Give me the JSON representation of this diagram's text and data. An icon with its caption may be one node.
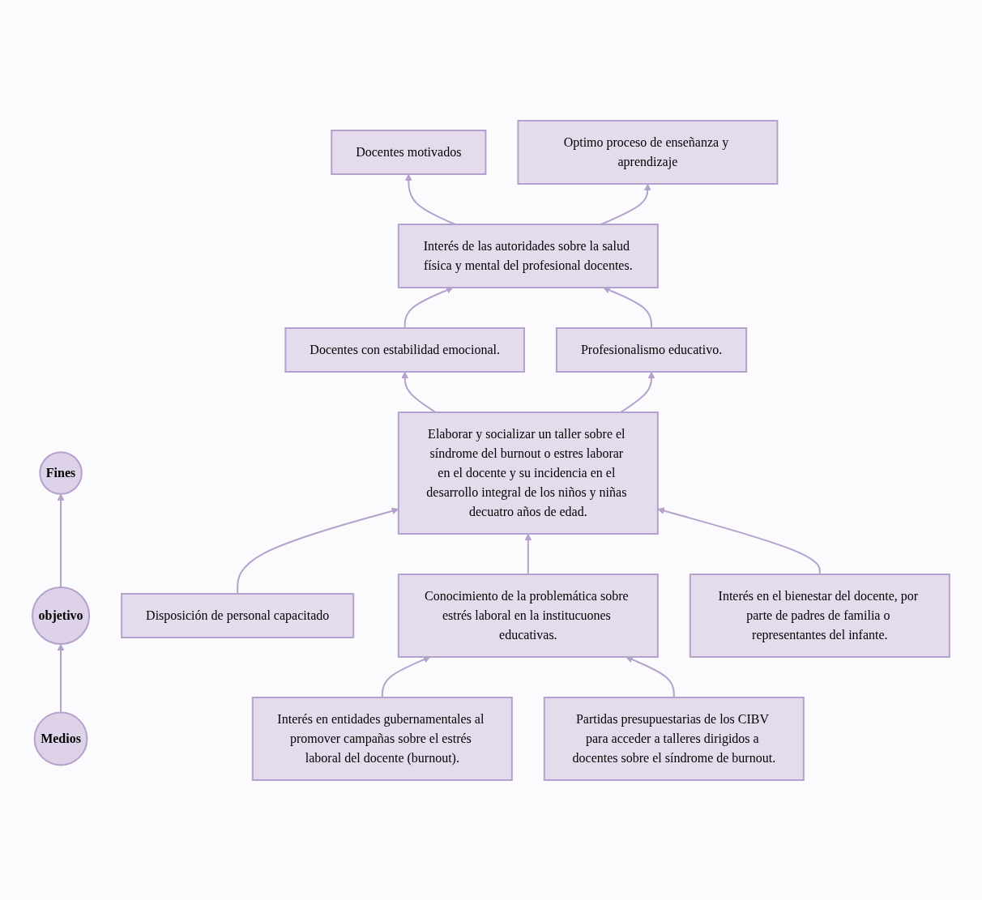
{
  "diagram": {
    "nodes": [
      {
        "text": [
          "Fines"
        ]
      },
      {
        "text": [
          "objetivo"
        ]
      },
      {
        "text": [
          "Medios"
        ]
      },
      {
        "text": [
          "Docentes motivados"
        ]
      },
      {
        "text": [
          "Optimo proceso de enseñanza y aprendizaje"
        ]
      },
      {
        "text": [
          "Interés de las autoridades sobre la salud física y mental del profesional docentes."
        ]
      },
      {
        "text": [
          "Docentes con estabilidad emocional."
        ]
      },
      {
        "text": [
          "Profesionalismo educativo."
        ]
      },
      {
        "text": [
          "Elaborar y socializar un taller sobre el síndrome del burnout o estres laborar en el docente y su incidencia en el desarrollo integral de los niños y niñas decuatro años de edad."
        ]
      },
      {
        "text": [
          "Disposición de personal capacitado"
        ]
      },
      {
        "text": [
          "Conocimiento de la problemática sobre estrés laboral en la institucuones educativas."
        ]
      },
      {
        "text": [
          "Interés en el bienestar del docente, por parte de padres de familia o representantes del infante."
        ]
      },
      {
        "text": [
          "Interés en entidades gubernamentales al promover campañas sobre el estrés laboral del docente (burnout)."
        ]
      },
      {
        "text": [
          "Partidas presupuestarias de los CIBV para acceder a talleres dirigidos a docentes sobre el síndrome de burnout."
        ]
      }
    ],
    "edges": [
      {
        "from": 1,
        "to": 0,
        "arrow": "to"
      },
      {
        "from": 2,
        "to": 1,
        "arrow": "to"
      },
      {
        "from": 5,
        "to": 3,
        "arrow": "to"
      },
      {
        "from": 5,
        "to": 4,
        "arrow": "to"
      },
      {
        "from": 6,
        "to": 5,
        "arrow": "to"
      },
      {
        "from": 7,
        "to": 5,
        "arrow": "to"
      },
      {
        "from": 8,
        "to": 6,
        "arrow": "to"
      },
      {
        "from": 8,
        "to": 7,
        "arrow": "to"
      },
      {
        "from": 9,
        "to": 8,
        "arrow": "to"
      },
      {
        "from": 10,
        "to": 8,
        "arrow": "to"
      },
      {
        "from": 11,
        "to": 8,
        "arrow": "to"
      },
      {
        "from": 12,
        "to": 10,
        "arrow": "to"
      },
      {
        "from": 13,
        "to": 10,
        "arrow": "to"
      }
    ]
  }
}
